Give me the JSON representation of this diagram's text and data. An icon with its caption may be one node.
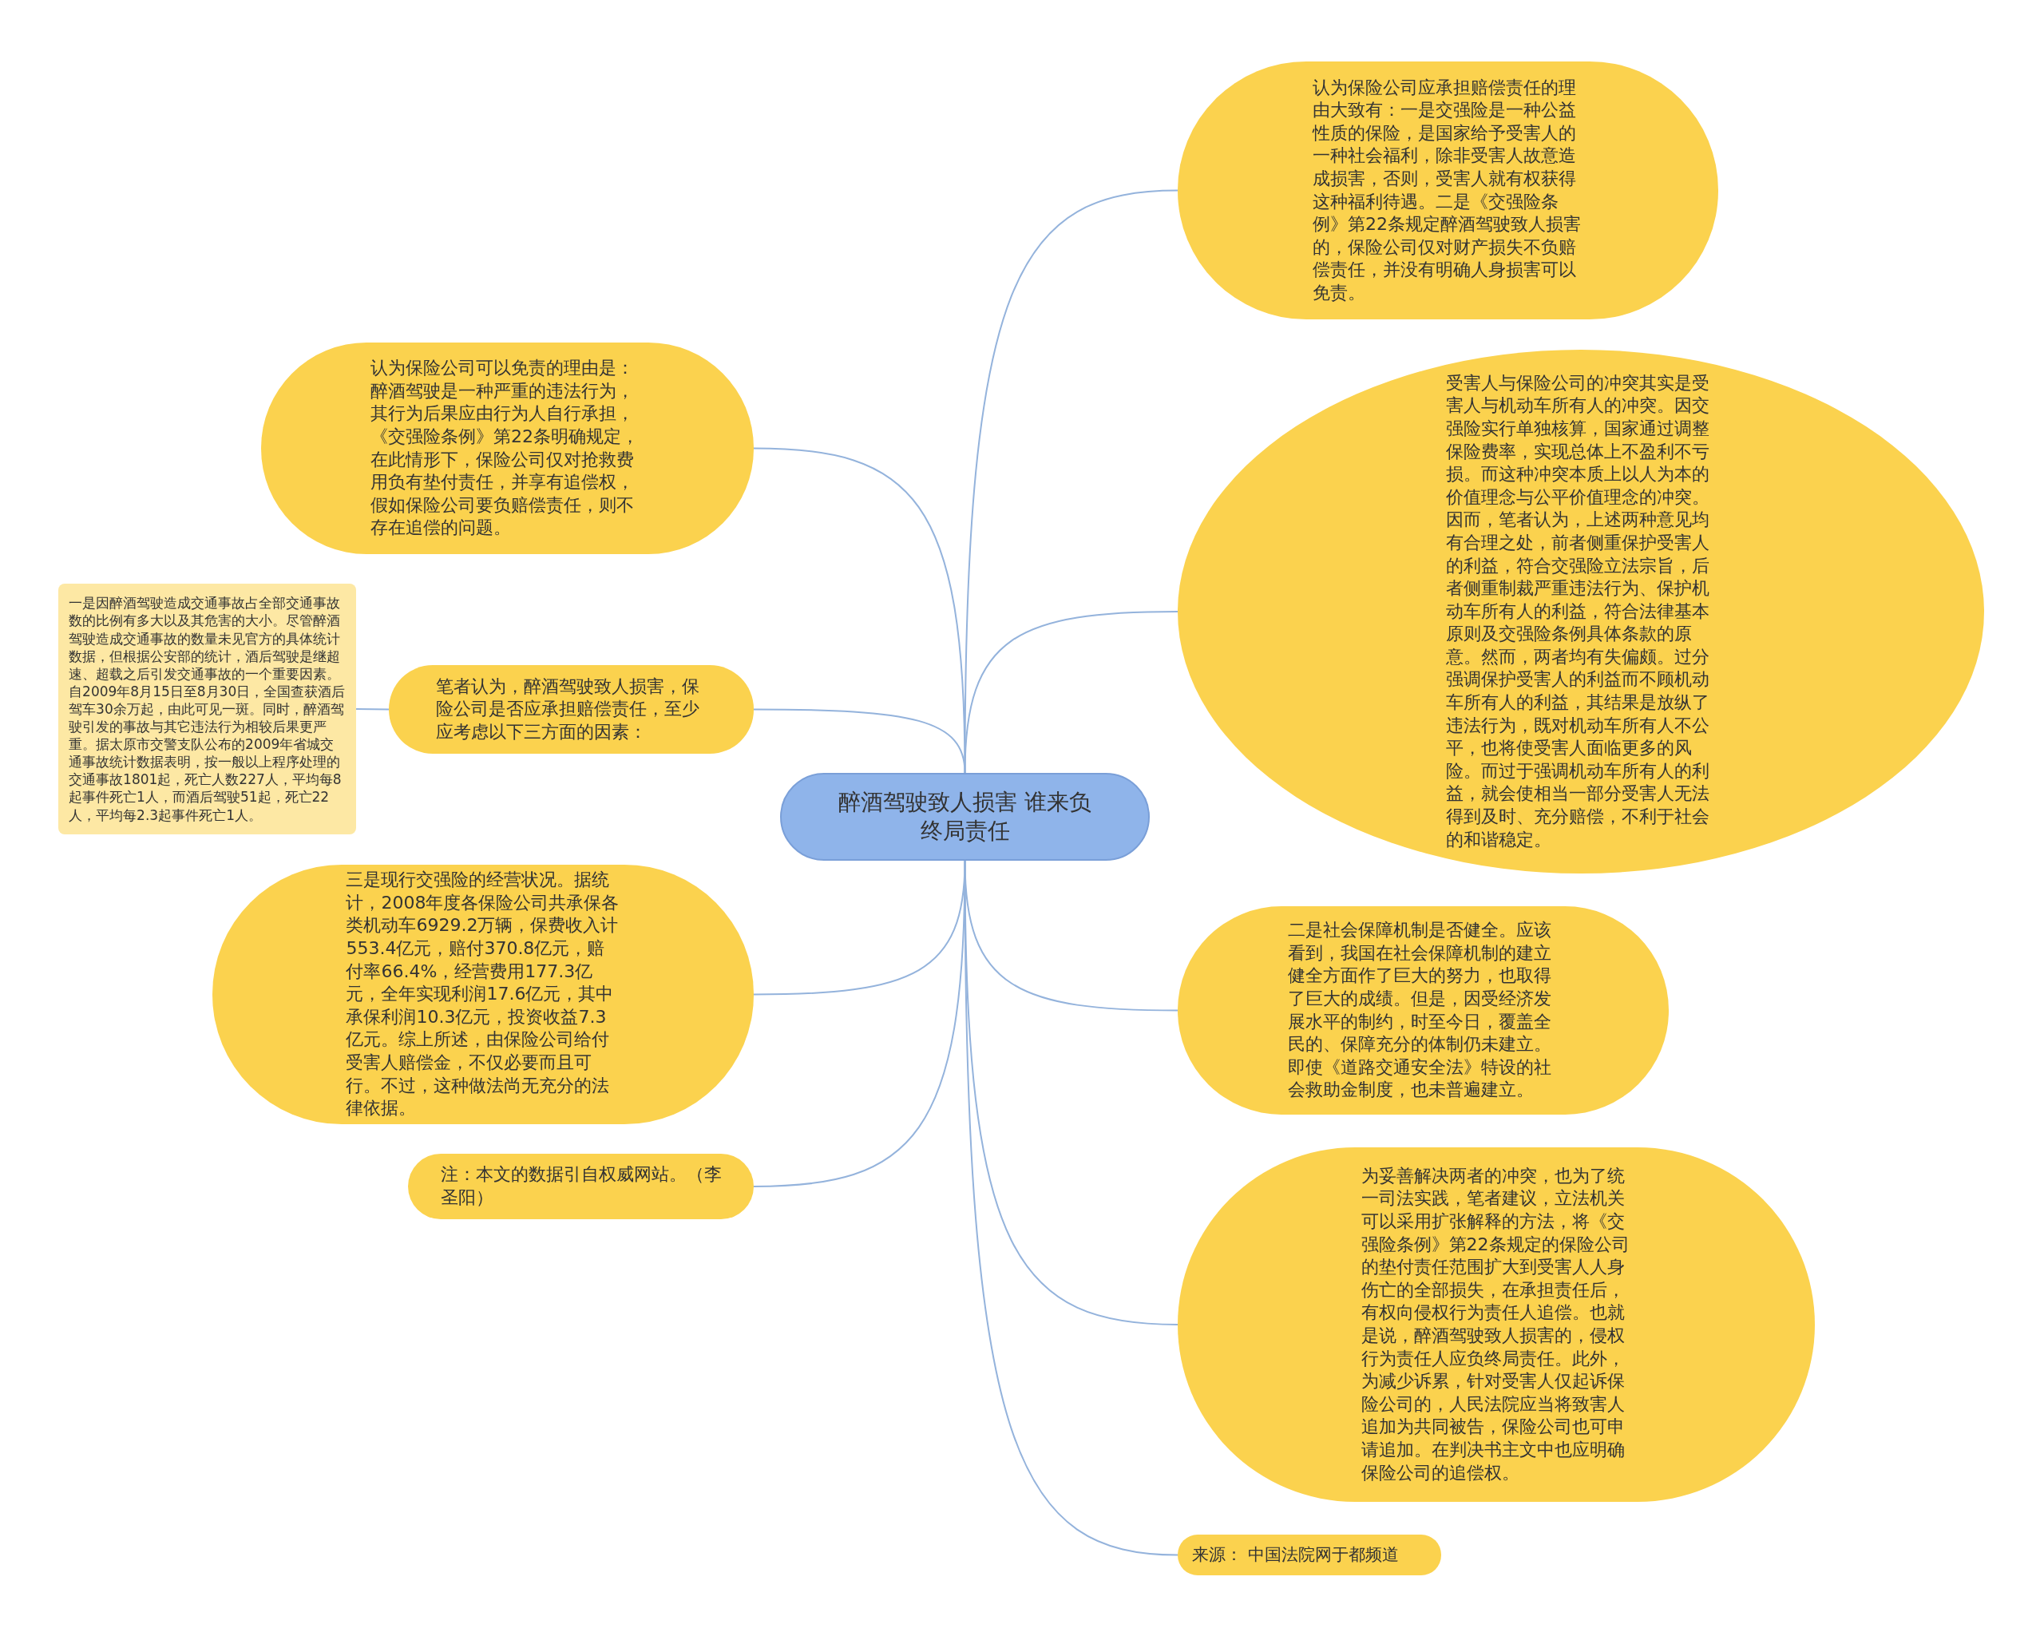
{
  "diagram": {
    "nodes": [
      {
        "text": [
          "醉酒驾驶致人损害 谁来负终局责任"
        ]
      },
      {
        "text": [
          "认为保险公司应承担赔偿责任的理由大致有：一是交强险是一种公益性质的保险，是国家给予受害人的一种社会福利，除非受害人故意造成损害，否则，受害人就有权获得这种福利待遇。二是《交强险条例》第22条规定醉酒驾驶致人损害的，保险公司仅对财产损失不负赔偿责任，并没有明确人身损害可以免责。"
        ]
      },
      {
        "text": [
          "受害人与保险公司的冲突其实是受害人与机动车所有人的冲突。因交强险实行单独核算，国家通过调整保险费率，实现总体上不盈利不亏损。而这种冲突本质上以人为本的价值理念与公平价值理念的冲突。因而，笔者认为，上述两种意见均有合理之处，前者侧重保护受害人的利益，符合交强险立法宗旨，后者侧重制裁严重违法行为、保护机动车所有人的利益，符合法律基本原则及交强险条例具体条款的原意。然而，两者均有失偏颇。过分强调保护受害人的利益而不顾机动车所有人的利益，其结果是放纵了违法行为，既对机动车所有人不公平，也将使受害人面临更多的风险。而过于强调机动车所有人的利益，就会使相当一部分受害人无法得到及时、充分赔偿，不利于社会的和谐稳定。"
        ]
      },
      {
        "text": [
          "二是社会保障机制是否健全。应该看到，我国在社会保障机制的建立健全方面作了巨大的努力，也取得了巨大的成绩。但是，因受经济发展水平的制约，时至今日，覆盖全民的、保障充分的体制仍未建立。即使《道路交通安全法》特设的社会救助金制度，也未普遍建立。"
        ]
      },
      {
        "text": [
          "为妥善解决两者的冲突，也为了统一司法实践，笔者建议，立法机关可以采用扩张解释的方法，将《交强险条例》第22条规定的保险公司的垫付责任范围扩大到受害人人身伤亡的全部损失，在承担责任后，有权向侵权行为责任人追偿。也就是说，醉酒驾驶致人损害的，侵权行为责任人应负终局责任。此外，为减少诉累，针对受害人仅起诉保险公司的，人民法院应当将致害人追加为共同被告，保险公司也可申请追加。在判决书主文中也应明确保险公司的追偿权。"
        ]
      },
      {
        "text": [
          "来源： 中国法院网于都频道"
        ]
      },
      {
        "text": [
          "认为保险公司可以免责的理由是：醉酒驾驶是一种严重的违法行为，其行为后果应由行为人自行承担，《交强险条例》第22条明确规定，在此情形下，保险公司仅对抢救费用负有垫付责任，并享有追偿权，假如保险公司要负赔偿责任，则不存在追偿的问题。"
        ]
      },
      {
        "text": [
          "笔者认为，醉酒驾驶致人损害，保险公司是否应承担赔偿责任，至少应考虑以下三方面的因素："
        ]
      },
      {
        "text": [
          "一是因醉酒驾驶造成交通事故占全部交通事故数的比例有多大以及其危害的大小。尽管醉酒驾驶造成交通事故的数量未见官方的具体统计数据，但根据公安部的统计，酒后驾驶是继超速、超载之后引发交通事故的一个重要因素。自2009年8月15日至8月30日，全国查获酒后驾车30余万起，由此可见一斑。同时，醉酒驾驶引发的事故与其它违法行为相较后果更严重。据太原市交警支队公布的2009年省城交通事故统计数据表明，按一般以上程序处理的交通事故1801起，死亡人数227人，平均每8起事件死亡1人，而酒后驾驶51起，死亡22人，平均每2.3起事件死亡1人。"
        ]
      },
      {
        "text": [
          "三是现行交强险的经营状况。据统计，2008年度各保险公司共承保各类机动车6929.2万辆，保费收入计553.4亿元，赔付370.8亿元，赔付率66.4%，经营费用177.3亿元，全年实现利润17.6亿元，其中承保利润10.3亿元，投资收益7.3亿元。综上所述，由保险公司给付受害人赔偿金，不仅必要而且可行。不过，这种做法尚无充分的法律依据。"
        ]
      },
      {
        "text": [
          "注：本文的数据引自权威网站。（李圣阳）"
        ]
      }
    ],
    "edges": [
      {
        "from": 0,
        "to": 1,
        "arrow": "none"
      },
      {
        "from": 0,
        "to": 2,
        "arrow": "none"
      },
      {
        "from": 0,
        "to": 3,
        "arrow": "none"
      },
      {
        "from": 0,
        "to": 4,
        "arrow": "none"
      },
      {
        "from": 0,
        "to": 5,
        "arrow": "none"
      },
      {
        "from": 0,
        "to": 6,
        "arrow": "none"
      },
      {
        "from": 0,
        "to": 7,
        "arrow": "none"
      },
      {
        "from": 7,
        "to": 8,
        "arrow": "none"
      },
      {
        "from": 0,
        "to": 9,
        "arrow": "none"
      },
      {
        "from": 0,
        "to": 10,
        "arrow": "none"
      }
    ]
  }
}
